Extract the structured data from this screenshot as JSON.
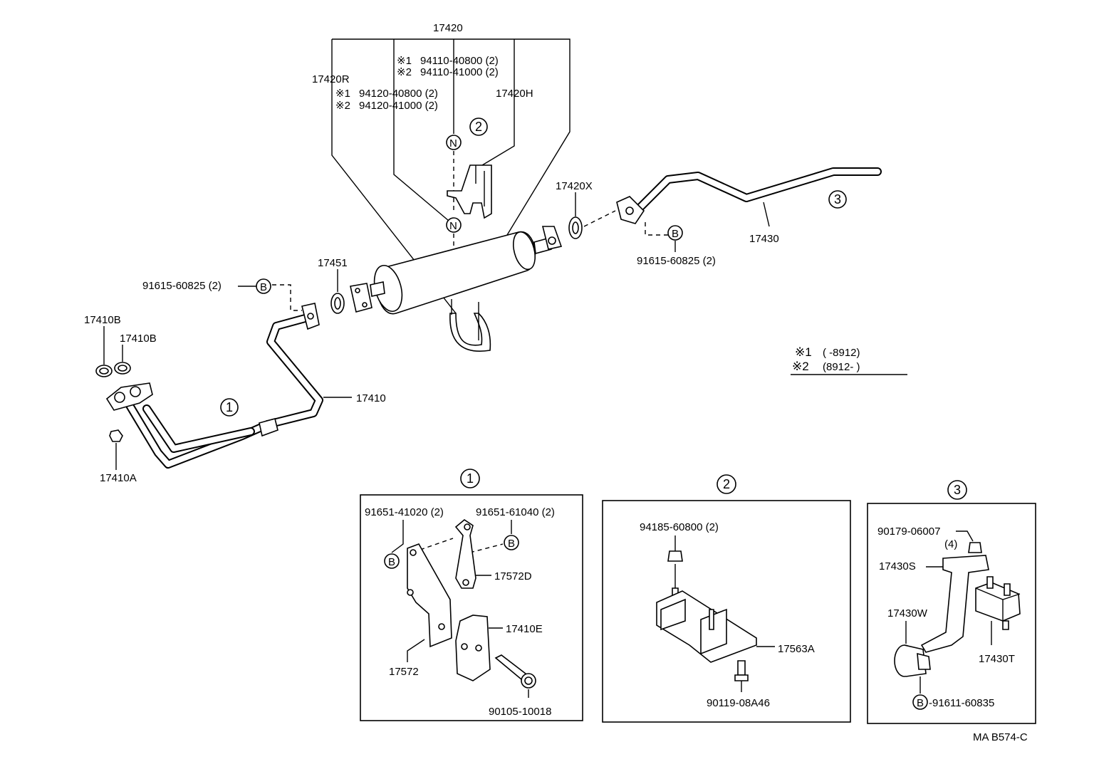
{
  "labels": {
    "l17420": "17420",
    "l17420r": "17420R",
    "l17420h": "17420H",
    "l17420x": "17420X",
    "l17430": "17430",
    "l17451": "17451",
    "l17410b_1": "17410B",
    "l17410b_2": "17410B",
    "l17410": "17410",
    "l17410a": "17410A",
    "bolt_l1": "94110-40800 (2)",
    "bolt_l2": "94110-41000 (2)",
    "bolt_r1": "94120-40800 (2)",
    "bolt_r2": "94120-41000 (2)",
    "mark1": "※1",
    "mark2": "※2",
    "bolt_left_flange": "91615-60825 (2)",
    "bolt_right_flange": "91615-60825 (2)",
    "n": "N",
    "b": "B",
    "c1": "1",
    "c2": "2",
    "c3": "3",
    "legend1_mark": "※1",
    "legend1_text": "(      -8912)",
    "legend2_mark": "※2",
    "legend2_text": "(8912-        )",
    "p1_a": "91651-41020 (2)",
    "p1_b": "91651-61040 (2)",
    "p1_c": "17572D",
    "p1_d": "17410E",
    "p1_e": "17572",
    "p1_f": "90105-10018",
    "p2_a": "94185-60800 (2)",
    "p2_b": "17563A",
    "p2_c": "90119-08A46",
    "p3_a": "90179-06007",
    "p3_a2": "(4)",
    "p3_b": "17430S",
    "p3_c": "17430W",
    "p3_d": "17430T",
    "p3_e": "-91611-60835",
    "code": "MA B574-C"
  }
}
